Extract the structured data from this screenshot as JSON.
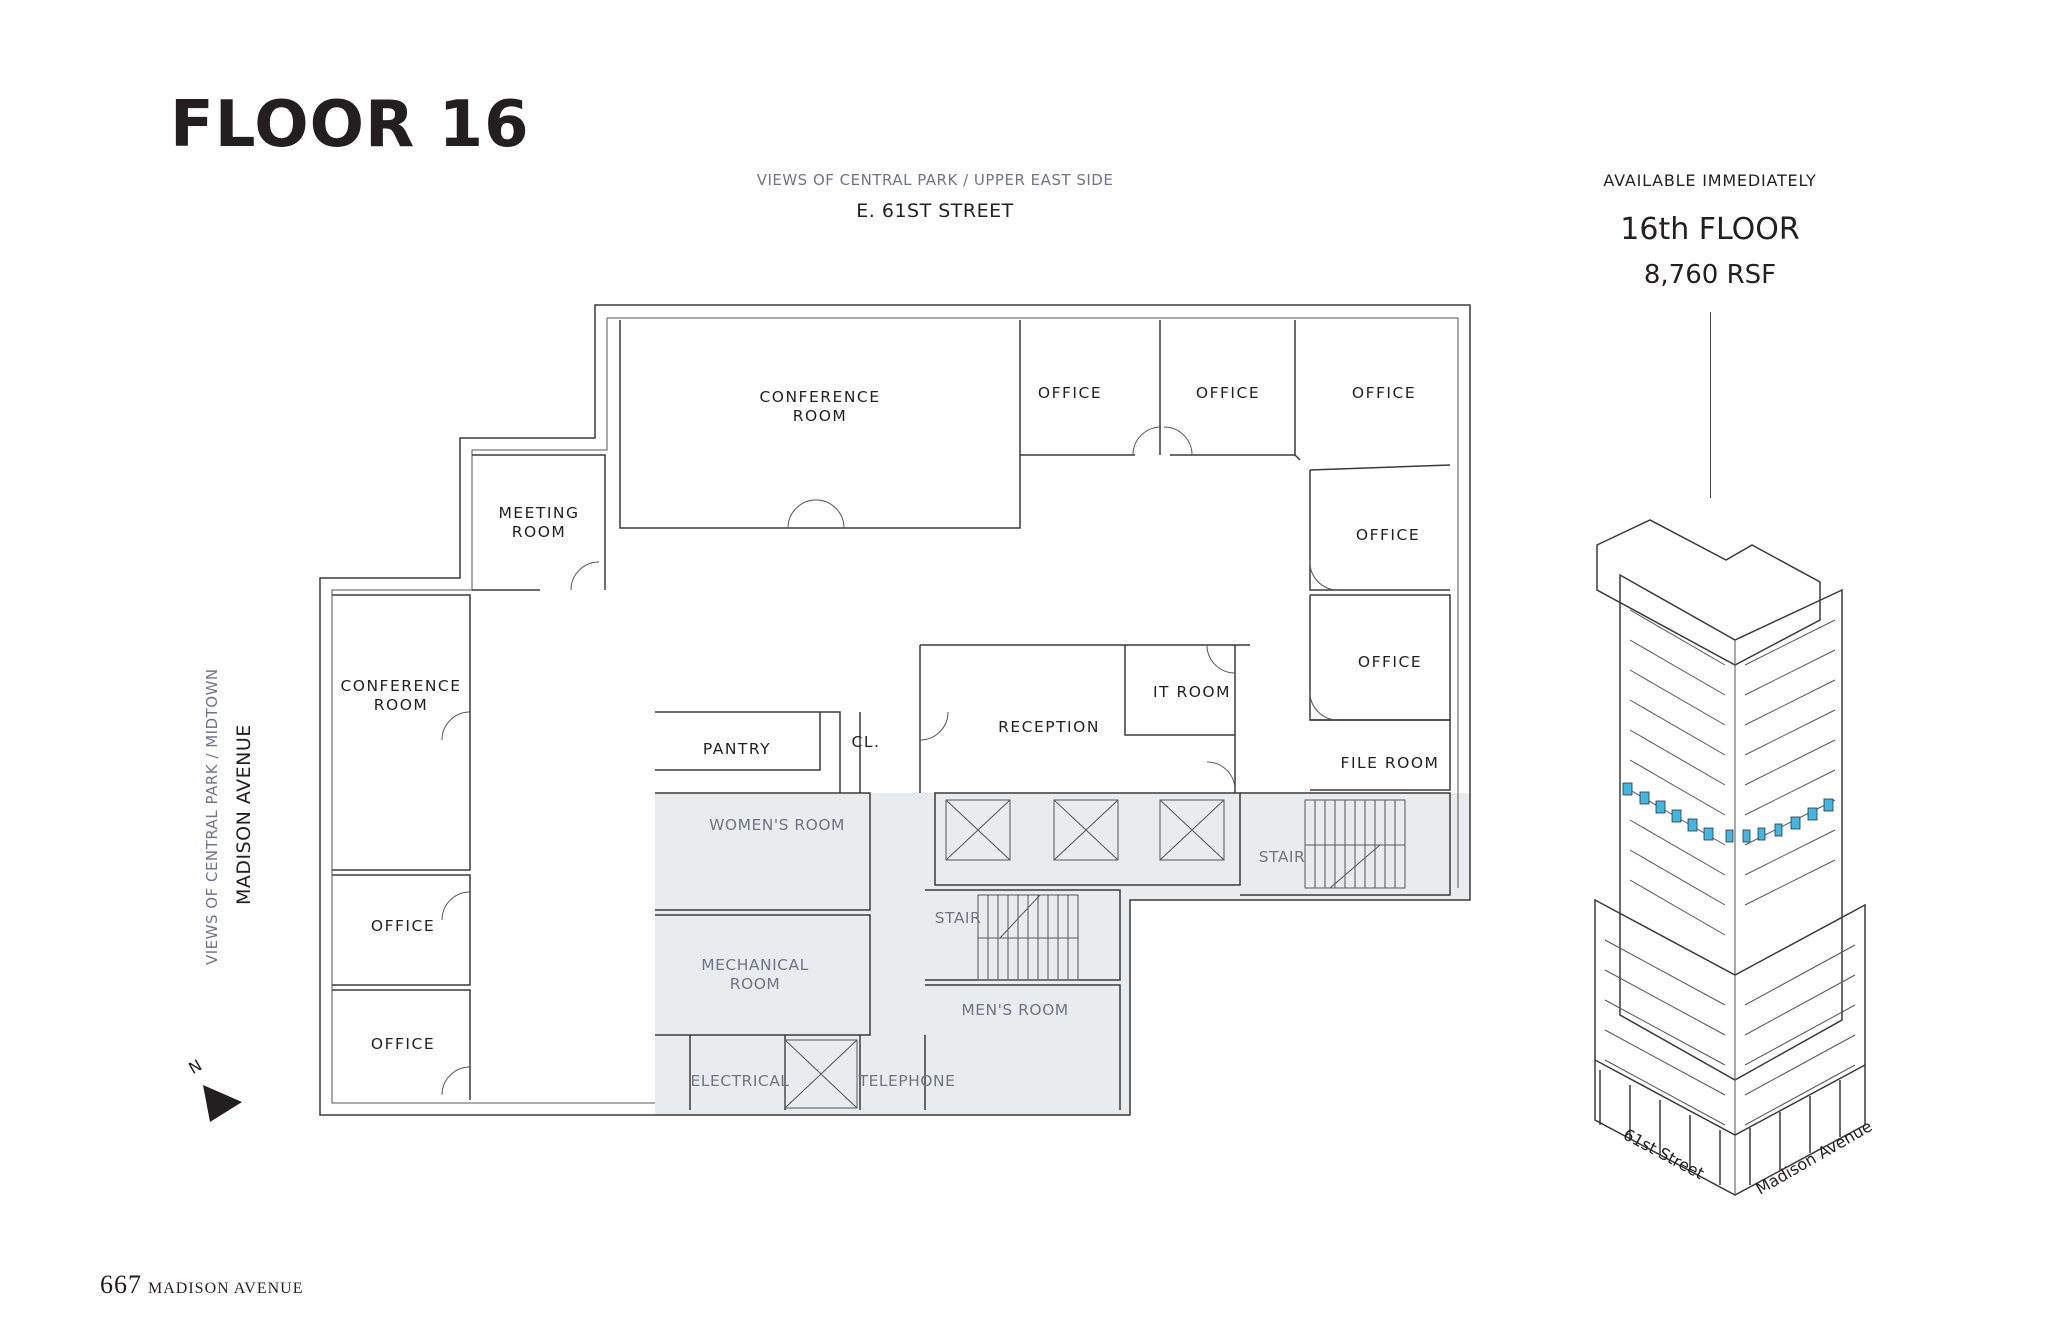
{
  "header": {
    "title": "FLOOR 16"
  },
  "street_labels": {
    "top_views": "VIEWS OF CENTRAL PARK / UPPER EAST SIDE",
    "top_street": "E. 61ST STREET",
    "left_views": "VIEWS OF CENTRAL PARK / MIDTOWN",
    "left_street": "MADISON AVENUE"
  },
  "availability": {
    "status": "AVAILABLE  IMMEDIATELY",
    "floor": "16th FLOOR",
    "area": "8,760 RSF"
  },
  "compass": {
    "label": "N",
    "icon": "north-arrow-icon"
  },
  "rooms": {
    "conference_top": [
      "CONFERENCE",
      "ROOM"
    ],
    "office_1": "OFFICE",
    "office_2": "OFFICE",
    "office_3": "OFFICE",
    "office_4": "OFFICE",
    "office_5": "OFFICE",
    "meeting": [
      "MEETING",
      "ROOM"
    ],
    "conference_left": [
      "CONFERENCE",
      "ROOM"
    ],
    "office_left_1": "OFFICE",
    "office_left_2": "OFFICE",
    "pantry": "PANTRY",
    "closet": "CL.",
    "reception": "RECEPTION",
    "it_room": "IT ROOM",
    "file_room": "FILE ROOM"
  },
  "core": {
    "womens_room": "WOMEN'S ROOM",
    "mechanical": [
      "MECHANICAL",
      "ROOM"
    ],
    "electrical": "ELECTRICAL",
    "telephone": "TELEPHONE",
    "stair_1": "STAIR",
    "stair_2": "STAIR",
    "mens_room": "MEN'S ROOM"
  },
  "building_illustration": {
    "street_1": "61st Street",
    "street_2": "Madison Avenue",
    "highlight_color": "#3fb6e4"
  },
  "colors": {
    "core_fill": "#e8ecef",
    "core_text": "#6f7585",
    "ink": "#231f20"
  },
  "footer": {
    "number": "667",
    "name": "MADISON AVENUE"
  }
}
